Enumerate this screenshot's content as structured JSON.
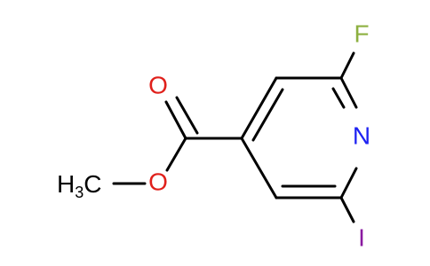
{
  "molecule": {
    "atoms": {
      "fluorine": {
        "symbol": "F",
        "color": "#8db040"
      },
      "nitrogen": {
        "symbol": "N",
        "color": "#1e22f2"
      },
      "iodine": {
        "symbol": "I",
        "color": "#8a1aa0"
      },
      "carbonyl_oxygen": {
        "symbol": "O",
        "color": "#e0201b"
      },
      "ester_oxygen": {
        "symbol": "O",
        "color": "#e0201b"
      },
      "methyl": {
        "symbol": "H",
        "subscript": "3",
        "suffix": "C",
        "color": "#000000"
      }
    }
  }
}
